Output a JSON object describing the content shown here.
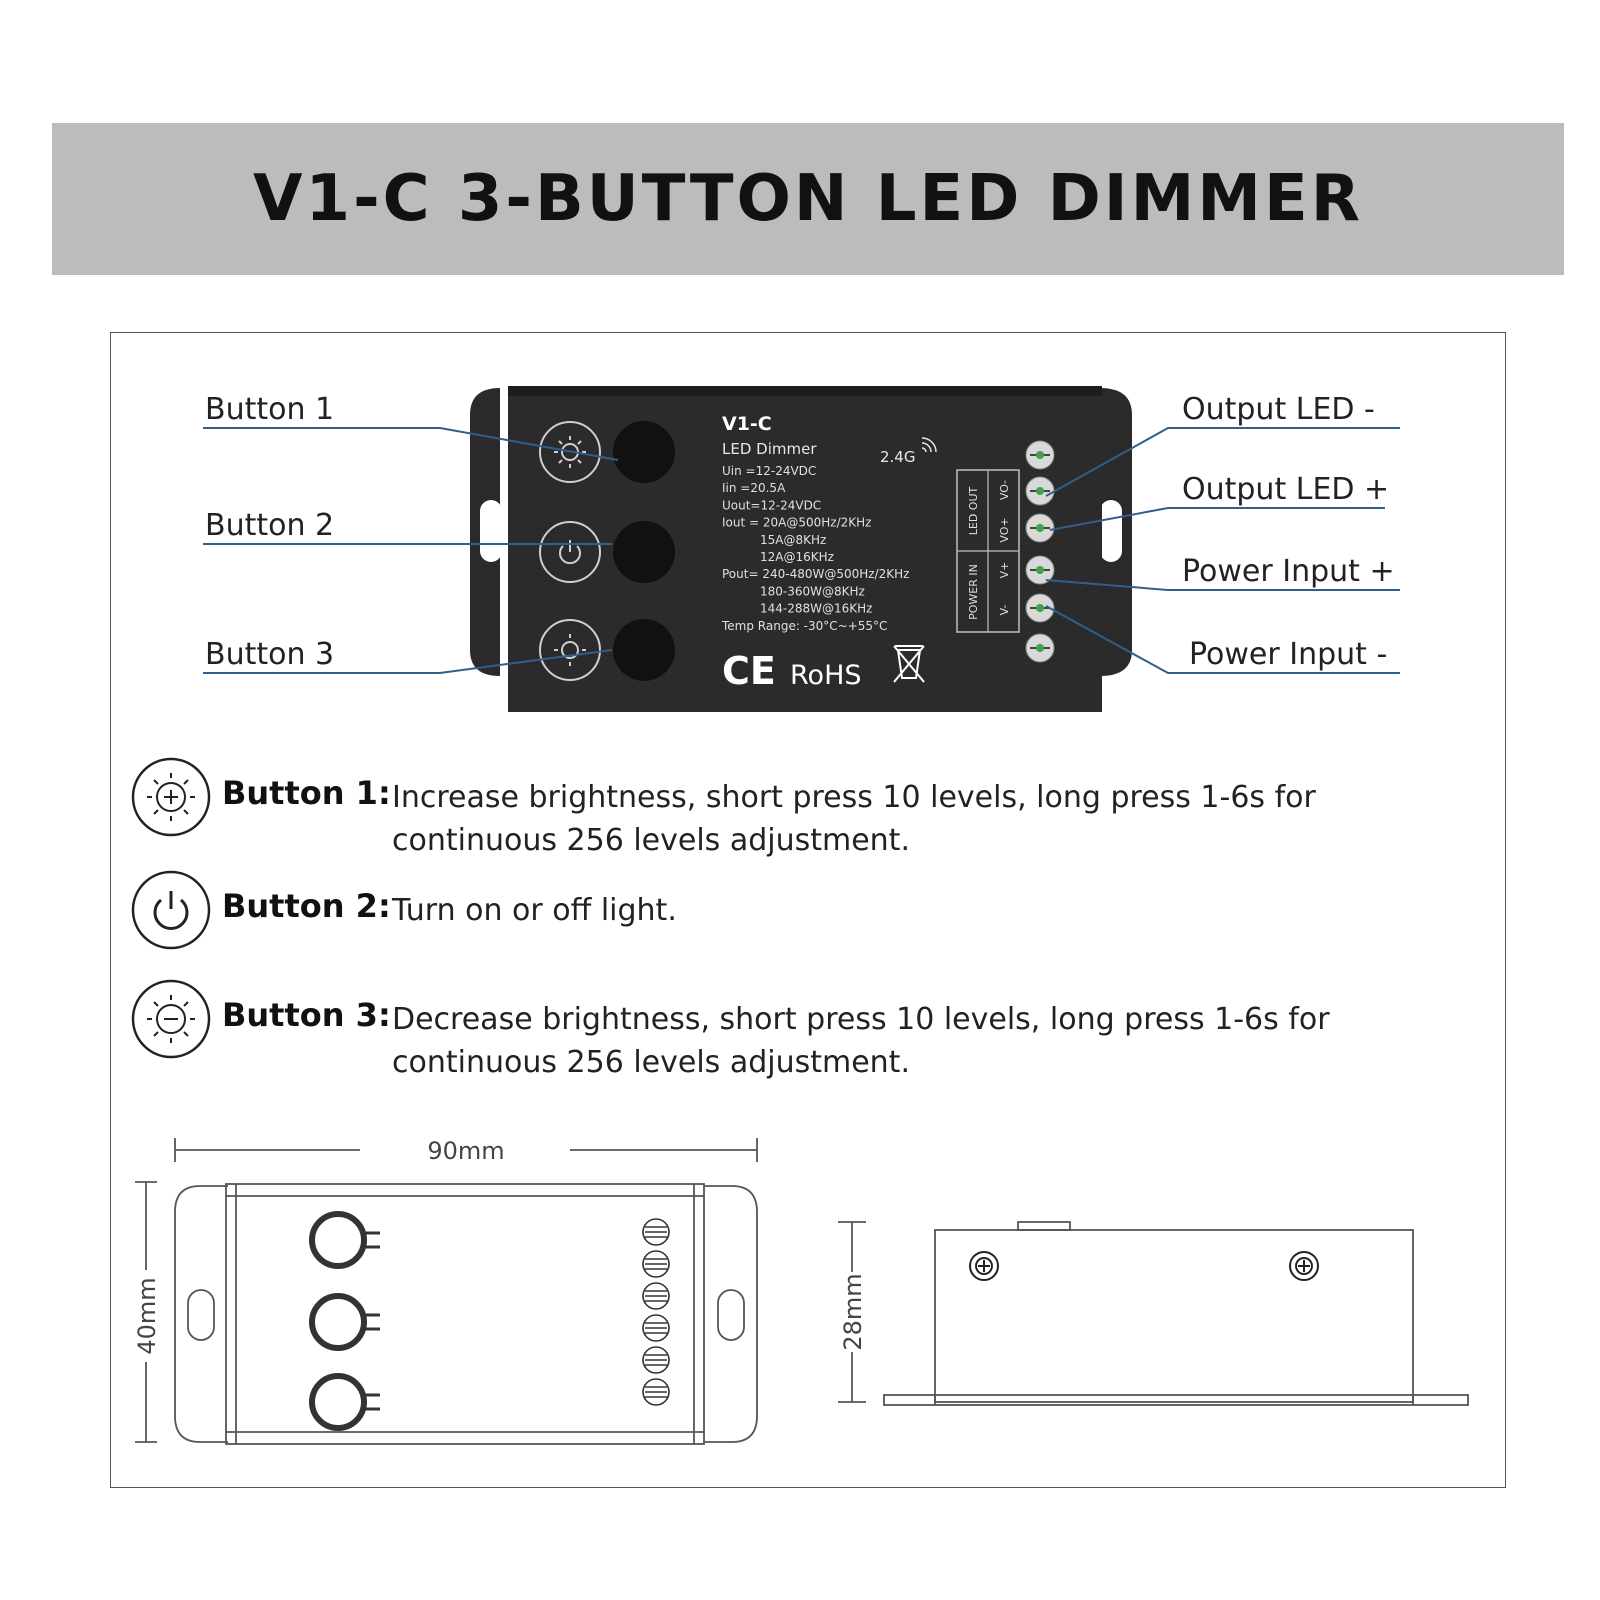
{
  "title": "V1-C 3-BUTTON LED DIMMER",
  "device": {
    "model": "V1-C",
    "subtitle": "LED Dimmer",
    "freq_label": "2.4G",
    "specs": [
      "Uin  =12-24VDC",
      "Iin   =20.5A",
      "Uout=12-24VDC",
      "Iout = 20A@500Hz/2KHz",
      "15A@8KHz",
      "12A@16KHz",
      "Pout= 240-480W@500Hz/2KHz",
      "180-360W@8KHz",
      "144-288W@16KHz",
      "Temp Range: -30°C~+55°C"
    ],
    "ce_label": "CE",
    "rohs_label": "RoHS",
    "terminal_group_out": "LED OUT",
    "terminal_group_in": "POWER IN",
    "terminal_labels": [
      "VO-",
      "VO+",
      "V+",
      "V-"
    ]
  },
  "callouts_left": [
    "Button 1",
    "Button 2",
    "Button 3"
  ],
  "callouts_right": [
    "Output LED -",
    "Output LED +",
    "Power Input +",
    "Power Input -"
  ],
  "buttons": [
    {
      "label": "Button 1:",
      "description": "Increase brightness, short press 10 levels, long press 1-6s for continuous 256 levels adjustment.",
      "icon": "brightness-up-icon"
    },
    {
      "label": "Button 2:",
      "description": "Turn on or off light.",
      "icon": "power-icon"
    },
    {
      "label": "Button 3:",
      "description": "Decrease brightness, short press 10 levels, long press 1-6s for continuous 256 levels adjustment.",
      "icon": "brightness-down-icon"
    }
  ],
  "dimensions": {
    "width": "90mm",
    "height": "40mm",
    "depth": "28mm"
  },
  "colors": {
    "banner": "#bcbcbc",
    "leader_line": "#2f5f8a",
    "device_body": "#2a2a2a"
  }
}
